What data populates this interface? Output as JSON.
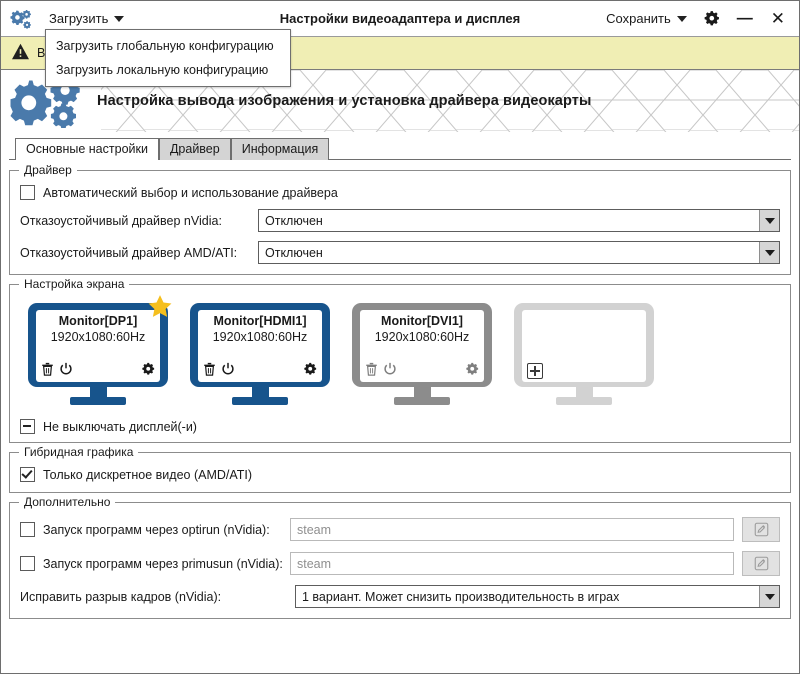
{
  "titlebar": {
    "app_icon": "gears-icon",
    "load_menu_label": "Загрузить",
    "title": "Настройки видеоадаптера и дисплея",
    "save_menu_label": "Сохранить",
    "settings_icon": "gear-icon",
    "minimize_label": "—",
    "close_label": "✕"
  },
  "load_menu": {
    "open": true,
    "items": [
      {
        "label": "Загрузить глобальную конфигурацию"
      },
      {
        "label": "Загрузить локальную конфигурацию"
      }
    ]
  },
  "warning": {
    "icon": "warning-triangle-icon",
    "text": "В",
    "background": "#f0eeb4"
  },
  "banner": {
    "logo_icon": "gears-icon",
    "title": "Настройка вывода изображения и установка драйвера видеокарты",
    "accent": "#4a7aab"
  },
  "tabs": [
    {
      "label": "Основные настройки",
      "active": true
    },
    {
      "label": "Драйвер",
      "active": false
    },
    {
      "label": "Информация",
      "active": false
    }
  ],
  "driver_group": {
    "legend": "Драйвер",
    "auto_checkbox": {
      "label": "Автоматический выбор и использование драйвера",
      "checked": false
    },
    "nvidia": {
      "label": "Отказоустойчивый драйвер nVidia:",
      "value": "Отключен"
    },
    "amd": {
      "label": "Отказоустойчивый драйвер AMD/ATI:",
      "value": "Отключен"
    }
  },
  "screen_group": {
    "legend": "Настройка экрана",
    "monitors": [
      {
        "name": "Monitor[DP1]",
        "resolution": "1920x1080:60Hz",
        "selected": true,
        "primary": true,
        "color": "#17548c",
        "delete_icon": "trash-icon",
        "power_icon": "power-icon",
        "settings_icon": "gear-icon",
        "star_icon": "star-icon"
      },
      {
        "name": "Monitor[HDMI1]",
        "resolution": "1920x1080:60Hz",
        "selected": true,
        "primary": false,
        "color": "#17548c",
        "delete_icon": "trash-icon",
        "power_icon": "power-icon",
        "settings_icon": "gear-icon"
      },
      {
        "name": "Monitor[DVI1]",
        "resolution": "1920x1080:60Hz",
        "selected": false,
        "primary": false,
        "color": "#8c8c8c",
        "delete_icon": "trash-icon",
        "power_icon": "power-icon",
        "settings_icon": "gear-icon"
      }
    ],
    "add_monitor": {
      "icon": "plus-icon",
      "color": "#d2d2d2"
    },
    "keep_on_checkbox": {
      "label": "Не выключать дисплей(-и)",
      "state": "partial"
    }
  },
  "hybrid_group": {
    "legend": "Гибридная графика",
    "discrete_checkbox": {
      "label": "Только дискретное видео (AMD/ATI)",
      "checked": true
    }
  },
  "advanced_group": {
    "legend": "Дополнительно",
    "optirun": {
      "label": "Запуск программ через optirun (nVidia):",
      "checked": false,
      "placeholder": "steam",
      "value": "",
      "edit_icon": "pencil-icon"
    },
    "primusrun": {
      "label": "Запуск программ через primusun (nVidia):",
      "checked": false,
      "placeholder": "steam",
      "value": "",
      "edit_icon": "pencil-icon"
    },
    "tearfix": {
      "label": "Исправить разрыв кадров (nVidia):",
      "value": "1 вариант. Может снизить производительность в играх"
    }
  }
}
